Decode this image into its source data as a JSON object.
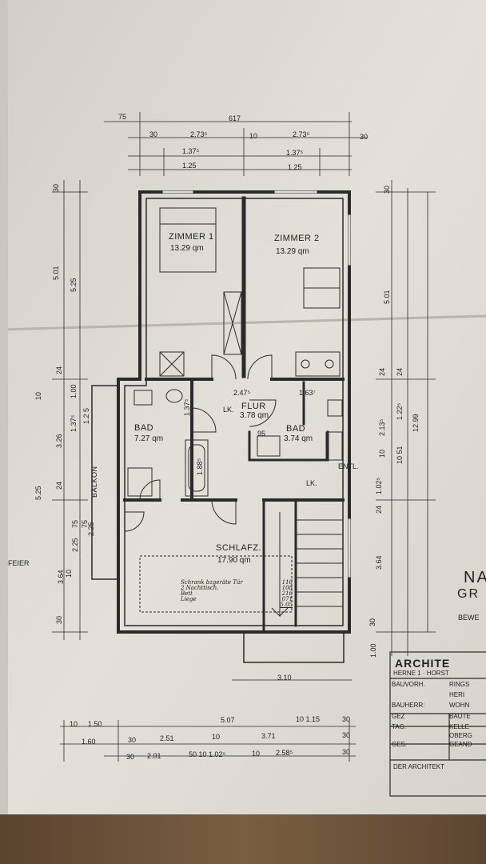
{
  "rooms": {
    "zimmer1": {
      "name": "ZIMMER 1",
      "area": "13.29 qm"
    },
    "zimmer2": {
      "name": "ZIMMER 2",
      "area": "13.29 qm"
    },
    "bad_left": {
      "name": "BAD",
      "area": "7.27 qm"
    },
    "flur": {
      "name": "FLUR",
      "area": "3.78 qm",
      "lk": "LK."
    },
    "bad_right": {
      "name": "BAD",
      "area": "3.74 qm"
    },
    "schlafz": {
      "name": "SCHLAFZ.",
      "area": "17.90 qm"
    },
    "balkon": {
      "name": "BALKON"
    },
    "lk_stair": "LK.",
    "entl": "ENTL.",
    "feier": "FEIER"
  },
  "furniture_note": {
    "lines": [
      {
        "item": "Schrank bzgeräte Tür",
        "value": "116"
      },
      {
        "item": "2 Nachttisch.",
        "value": "108"
      },
      {
        "item": "Bett",
        "value": "216"
      },
      {
        "item": "Liege",
        "value": "071"
      }
    ],
    "total": "5.05"
  },
  "dims_top": {
    "d75": "75",
    "d617": "617",
    "d30a": "30",
    "d2735a": "2.73⁵",
    "d10": "10",
    "d2735b": "2.73⁵",
    "d30b": "30",
    "d1375a": "1.37⁵",
    "d1375b": "1.37⁵",
    "d125a": "1.25",
    "d125b": "1.25"
  },
  "dims_left": {
    "d30": "30",
    "d501": "5.01",
    "d525a": "5.25",
    "d24a": "24",
    "d100": "1.00",
    "d10": "10",
    "d326": "3.26",
    "d1375": "1.37⁵",
    "d125": "1.2 5",
    "d525b": "5.25",
    "d24b": "24",
    "d75a": "75",
    "d75b": "75",
    "d225a": "2.25",
    "d225b": "2.25",
    "d364": "3.64",
    "d10b": "10",
    "d30b": "30"
  },
  "dims_right": {
    "d30": "30",
    "d501": "5.01",
    "d24a": "24",
    "d24b": "24",
    "d2135": "2.13⁵",
    "d1225": "1.22⁵",
    "d1299": "12.99",
    "d10": "10",
    "d1051": "10 51",
    "d1025": "1.02⁵",
    "d24c": "24",
    "d364": "3.64",
    "d30b": "30",
    "d100": "1.00"
  },
  "dims_inner": {
    "d2475": "2.47⁵",
    "d1637": "1.63⁷",
    "d1375": "1.37⁵",
    "d95": "95",
    "d1885": "1.88⁵"
  },
  "dims_bottom": {
    "d310": "3.10",
    "row1": {
      "a": "10",
      "b": "1.50",
      "c": "5.07",
      "d": "10 1.15",
      "e": "30"
    },
    "row2": {
      "a": "1.60",
      "b": "30",
      "c": "2.51",
      "d": "10",
      "e": "3.71",
      "f": "30"
    },
    "row3": {
      "a": "30",
      "b": "2.01",
      "c": "50 10 1.02⁵",
      "d": "10",
      "e": "2.58⁵",
      "f": "30"
    }
  },
  "title_block": {
    "heading_a": "NA",
    "heading_b": "GR",
    "sub": "BEWE",
    "architekt": "ARCHITE",
    "address": "HERNE 1 · HORST",
    "rows": [
      {
        "label": "BAUVORH.",
        "value": "RINGS"
      },
      {
        "label": "",
        "value": "HERI"
      },
      {
        "label": "BAUHERR:",
        "value": "WOHN"
      },
      {
        "label": "GEZ",
        "value": "BAUTE"
      },
      {
        "label": "TAG.",
        "value": "KELLE"
      },
      {
        "label": "",
        "value": "OBERG"
      },
      {
        "label": "GES.",
        "value": "GEAND"
      }
    ],
    "footer": "DER ARCHITEKT"
  },
  "colors": {
    "ink": "#2a2a2a",
    "paper": "#dedbd4",
    "wood": "#6b5238"
  }
}
